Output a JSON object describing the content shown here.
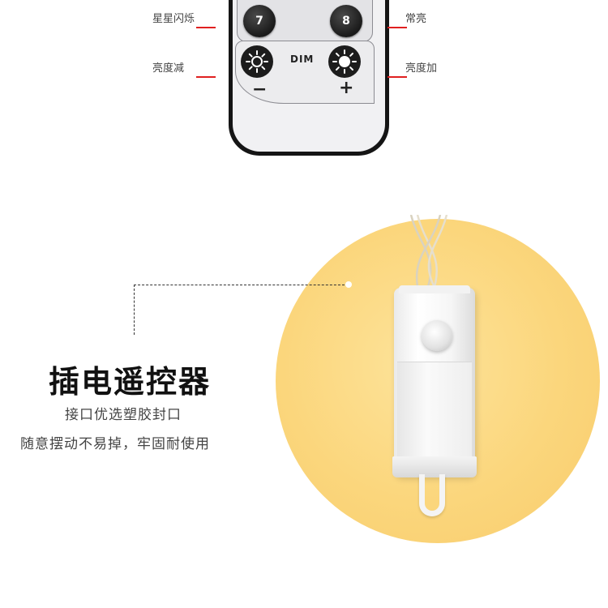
{
  "remote": {
    "button_7": "7",
    "button_8": "8",
    "dim_label": "DIM",
    "minus_sign": "−",
    "plus_sign": "+",
    "callouts": {
      "twinkle": "星星闪烁",
      "steady_on": "常亮",
      "brightness_down": "亮度减",
      "brightness_up": "亮度加"
    }
  },
  "product": {
    "title": "插电遥控器",
    "line1": "接口优选塑胶封口",
    "line2": "随意摆动不易掉，牢固耐使用"
  },
  "colors": {
    "accent_red": "#e02020",
    "background_circle": "#fbd67c"
  }
}
